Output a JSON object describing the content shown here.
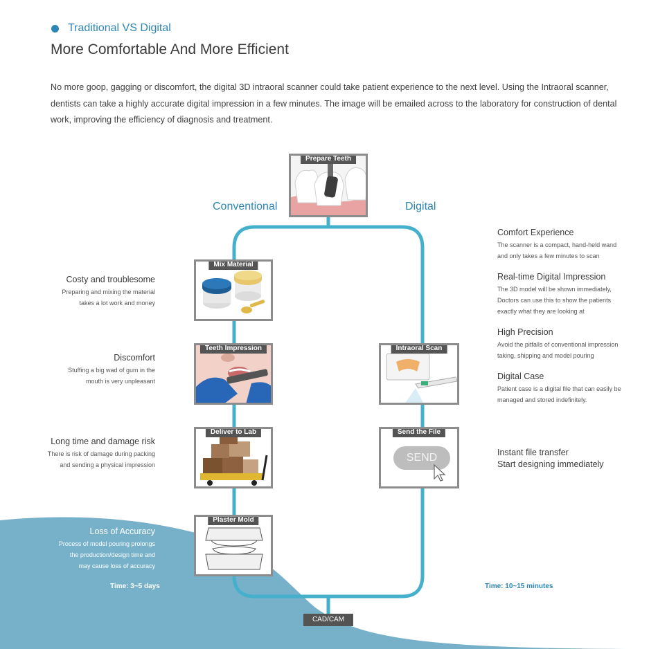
{
  "header": {
    "eyebrow": "Traditional VS Digital",
    "title": "More Comfortable And More Efficient",
    "intro": "No more goop, gagging or discomfort, the digital 3D intraoral scanner could take patient experience to the next level. Using the Intraoral scanner, dentists can take a highly accurate digital impression in a few minutes. The image will be emailed across to the laboratory for construction of dental work, improving the efficiency of diagnosis and treatment."
  },
  "colors": {
    "accent": "#2d86b4",
    "path": "#45b0cc",
    "wave": "#7eb6cc",
    "label_bg": "#545454",
    "frame": "#8c8c8c"
  },
  "flow": {
    "start": "Prepare Teeth",
    "conventional_label": "Conventional",
    "digital_label": "Digital",
    "end": "CAD/CAM",
    "conventional_steps": [
      "Mix Material",
      "Teeth Impression",
      "Deliver to Lab",
      "Plaster Mold"
    ],
    "digital_steps": [
      "Intraoral Scan",
      "Send the File"
    ],
    "send_button": "SEND"
  },
  "conventional_notes": [
    {
      "title": "Costy and troublesome",
      "lines": [
        "Preparing and mixing the material",
        "takes a lot work and money"
      ]
    },
    {
      "title": "Discomfort",
      "lines": [
        "Stuffing a big wad of gum in the",
        "mouth is very unpleasant"
      ]
    },
    {
      "title": "Long time and damage risk",
      "lines": [
        "There is risk of damage during packing",
        "and sending a physical impression"
      ]
    },
    {
      "title": "Loss of Accuracy",
      "lines": [
        "Process of model pouring prolongs",
        "the production/design time and",
        "may cause loss of accuracy"
      ]
    }
  ],
  "digital_notes": [
    {
      "title": "Comfort Experience",
      "lines": [
        "The scanner is a compact, hand-held wand",
        "and only takes a few minutes to scan"
      ]
    },
    {
      "title": "Real-time Digital Impression",
      "lines": [
        "The 3D model will be shown immediately,",
        "Doctors can use this to show the patients",
        "exactly what they are looking at"
      ]
    },
    {
      "title": "High Precision",
      "lines": [
        "Avoid the pitfalls of conventional impression",
        "taking, shipping and model pouring"
      ]
    },
    {
      "title": "Digital Case",
      "lines": [
        "Patient case is a digital file that can easily be",
        "managed and stored indefinitely."
      ]
    }
  ],
  "instant": {
    "line1": "Instant file transfer",
    "line2": "Start designing immediately"
  },
  "time": {
    "conventional": "Time:  3~5 days",
    "digital": "Time:  10~15 minutes"
  }
}
